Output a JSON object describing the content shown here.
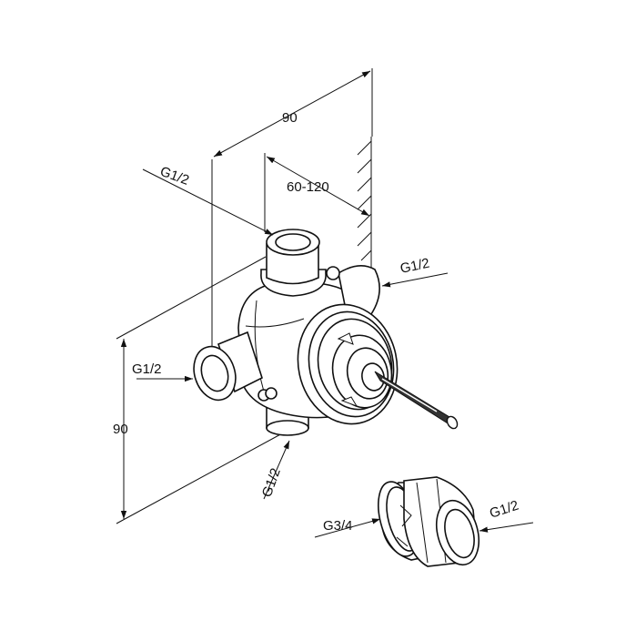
{
  "labels": {
    "dim_width": "90",
    "dim_depth": "60-120",
    "dim_height": "90",
    "port_top": "G1/2",
    "port_right": "G1/2",
    "port_left": "G1/2",
    "port_bottom": "G1/2",
    "adapter_inlet": "G3/4",
    "adapter_outlet": "G1/2"
  },
  "colors": {
    "line": "#111111",
    "stem": "#333333",
    "background": "#ffffff"
  }
}
